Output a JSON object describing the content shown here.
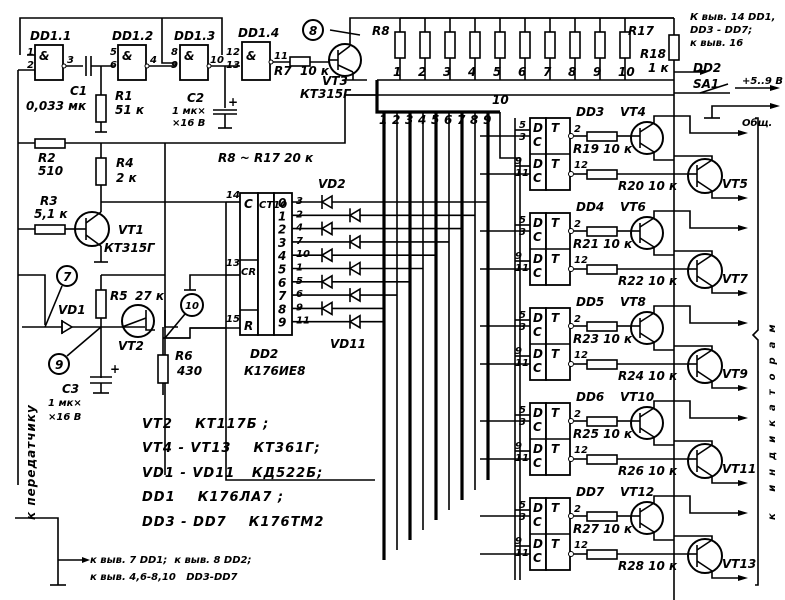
{
  "diagram": {
    "type": "electronic-schematic",
    "gates": {
      "dd11": {
        "name": "DD1.1",
        "symbol": "&",
        "pins": [
          "1",
          "2",
          "3"
        ]
      },
      "dd12": {
        "name": "DD1.2",
        "symbol": "&",
        "pins": [
          "5",
          "6",
          "4"
        ]
      },
      "dd13": {
        "name": "DD1.3",
        "symbol": "&",
        "pins": [
          "8",
          "9",
          "10"
        ]
      },
      "dd14": {
        "name": "DD1.4",
        "symbol": "&",
        "pins": [
          "12",
          "13",
          "11"
        ]
      }
    },
    "components": {
      "c1": {
        "name": "C1",
        "value": "0,033 мк"
      },
      "r1": {
        "name": "R1",
        "value": "51 к"
      },
      "c2": {
        "name": "C2",
        "value1": "1 мк×",
        "value2": "×16 В"
      },
      "r7": {
        "name": "R7",
        "value": "10 к"
      },
      "vt3": {
        "name": "VT3",
        "value": "КТ315Г"
      },
      "r2": {
        "name": "R2",
        "value": "510"
      },
      "r3": {
        "name": "R3",
        "value": "5,1 к"
      },
      "r4": {
        "name": "R4",
        "value": "2 к"
      },
      "vt1": {
        "name": "VT1",
        "value": "КТ315Г"
      },
      "r5": {
        "name": "R5",
        "value": "27 к"
      },
      "vt2": {
        "name": "VT2"
      },
      "r6": {
        "name": "R6",
        "value": "430"
      },
      "vd1": {
        "name": "VD1"
      },
      "c3": {
        "name": "C3",
        "value1": "1 мк×",
        "value2": "×16 В"
      },
      "r8": {
        "name": "R8"
      },
      "r17": {
        "name": "R17"
      },
      "r18": {
        "name": "R18",
        "value": "1 к"
      },
      "r8r17": "R8 ~ R17   20 к",
      "vd2": "VD2",
      "vd11": "VD11",
      "sa1": "SA1"
    },
    "resistor_array_numbers": [
      "1",
      "2",
      "3",
      "4",
      "5",
      "6",
      "7",
      "8",
      "9",
      "10"
    ],
    "bus_numbers": [
      "1",
      "2",
      "3",
      "4",
      "5",
      "6",
      "7",
      "8",
      "9"
    ],
    "bus_tap_10": "10",
    "dd2": {
      "name": "DD2",
      "part": "К176ИЕ8",
      "title": "СТ10",
      "c_label": "C",
      "cr_label": "CR",
      "r_label": "R",
      "in_pins": [
        "14",
        "13",
        "15"
      ],
      "outputs": [
        "0",
        "1",
        "2",
        "3",
        "4",
        "5",
        "6",
        "7",
        "8",
        "9"
      ],
      "out_pins": [
        "3",
        "2",
        "4",
        "7",
        "10",
        "1",
        "5",
        "6",
        "9",
        "11"
      ]
    },
    "triggers": [
      {
        "name": "DD3",
        "r_top": "R19 10 к",
        "r_bot": "R20 10 к",
        "vt_top": "VT4",
        "vt_bot": "VT5"
      },
      {
        "name": "DD4",
        "r_top": "R21 10 к",
        "r_bot": "R22 10 к",
        "vt_top": "VT6",
        "vt_bot": "VT7"
      },
      {
        "name": "DD5",
        "r_top": "R23 10 к",
        "r_bot": "R24 10 к",
        "vt_top": "VT8",
        "vt_bot": "VT9"
      },
      {
        "name": "DD6",
        "r_top": "R25 10 к",
        "r_bot": "R26 10 к",
        "vt_top": "VT10",
        "vt_bot": "VT11"
      },
      {
        "name": "DD7",
        "r_top": "R27 10 к",
        "r_bot": "R28 10 к",
        "vt_top": "VT12",
        "vt_bot": "VT13"
      }
    ],
    "trigger_pins": {
      "d1": "5",
      "c1": "3",
      "q1": "2",
      "d2": "9",
      "c2": "11",
      "q2": "12",
      "D": "D",
      "C": "C",
      "T": "T"
    },
    "test_points": [
      "8",
      "7",
      "9",
      "10"
    ],
    "power": {
      "note_line1": "К выв. 14 DD1,",
      "note_line2": "DD3 - DD7;",
      "note_line3": "к выв. 16",
      "note_line4": "DD2",
      "voltage": "+5..9 В",
      "ground": "Общ."
    },
    "side_labels": {
      "to_transmitter": "к передатчику",
      "to_indicators": "к индикаторам"
    },
    "parts_list": [
      "VT2    КТ117Б ;",
      "VT4 - VT13    КТ361Г;",
      "VD1 - VD11   КД522Б;",
      "DD1    К176ЛА7 ;",
      "DD3 - DD7    К176ТМ2"
    ],
    "ground_note_line1": "к выв. 7 DD1;  к выв. 8 DD2;",
    "ground_note_line2": "к выв. 4,6-8,10   DD3-DD7"
  }
}
